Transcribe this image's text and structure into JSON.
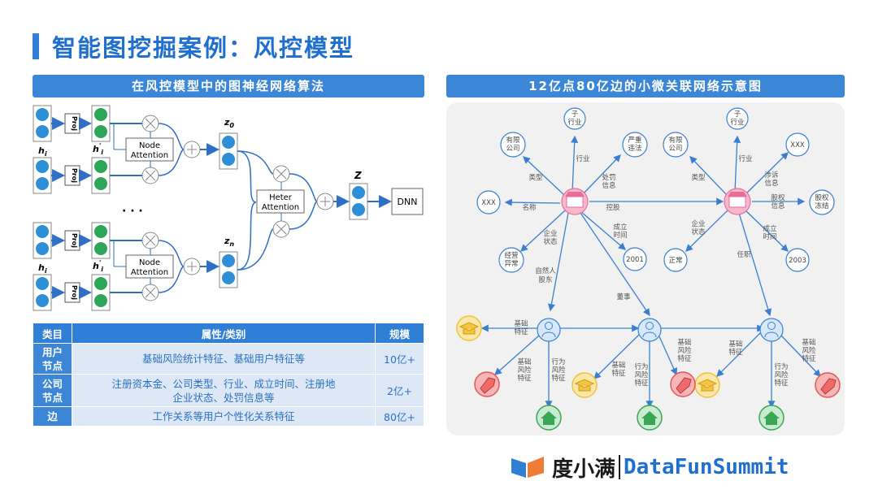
{
  "page": {
    "title": "智能图挖掘案例：风控模型"
  },
  "left_panel": {
    "header": "在风控模型中的图神经网络算法",
    "proj_label": "Proj",
    "h_label": "h",
    "h_sub": "i",
    "hp_label": "h",
    "hp_sub": "i",
    "hp_sup": "'",
    "node_attention_line1": "Node",
    "node_attention_line2": "Attention",
    "heter_attention_line1": "Heter",
    "heter_attention_line2": "Attention",
    "z_label": "z",
    "z0_sub": "0",
    "zn_sub": "n",
    "big_z": "Z",
    "dnn_label": "DNN",
    "ellipsis": "· · ·"
  },
  "table": {
    "headers": [
      "类目",
      "属性/类别",
      "规模"
    ],
    "rows": [
      {
        "cat1": "用户",
        "cat2": "节点",
        "attr1": "基础风险统计特征、基础用户特征等",
        "attr2": "",
        "scale": "10亿+"
      },
      {
        "cat1": "公司",
        "cat2": "节点",
        "attr1": "注册资本金、公司类型、行业、成立时间、注册地",
        "attr2": "企业状态、处罚信息等",
        "scale": "2亿+"
      },
      {
        "cat1": "边",
        "cat2": "",
        "attr1": "工作关系等用户个性化关系特征",
        "attr2": "",
        "scale": "80亿+"
      }
    ]
  },
  "right_panel": {
    "header": "12亿点80亿边的小微关联网络示意图",
    "nodes": {
      "sub_industry_1": [
        "子",
        "行业"
      ],
      "sub_industry_2": [
        "子",
        "行业"
      ],
      "limited_co_1": [
        "有限",
        "公司"
      ],
      "limited_co_2": [
        "有限",
        "公司"
      ],
      "violation": [
        "严重",
        "违法"
      ],
      "xxx_left": [
        "XXX"
      ],
      "xxx_right": [
        "XXX"
      ],
      "abnormal": [
        "经营",
        "异常"
      ],
      "year_2001": [
        "2001"
      ],
      "normal": [
        "正常"
      ],
      "year_2003": [
        "2003"
      ],
      "equity_frozen": [
        "股权",
        "冻结"
      ]
    },
    "edges": {
      "industry_1": "行业",
      "industry_2": "行业",
      "type_1": "类型",
      "type_2": "类型",
      "penalty": [
        "处罚",
        "信息"
      ],
      "name": "名称",
      "shareholding": "控股",
      "status_1": [
        "企业",
        "状态"
      ],
      "status_2": [
        "企业",
        "状态"
      ],
      "founded_1": [
        "成立",
        "时间"
      ],
      "founded_2": [
        "成立",
        "时间"
      ],
      "natural_person": [
        "自然人",
        "股东"
      ],
      "director": "董事",
      "litigation": [
        "涉诉",
        "信息"
      ],
      "equity": [
        "股权",
        "信息"
      ],
      "employment": "任职",
      "basic_feature": [
        "基础",
        "特征"
      ],
      "basic_risk_feature": [
        "基础",
        "风险",
        "特征"
      ],
      "behavior_risk_feature": [
        "行为",
        "风险",
        "特征"
      ]
    },
    "colors": {
      "company_pink": "#f28fb3",
      "person_blue": "#4a8fd4",
      "feature_yellow": "#f5c542",
      "feature_red": "#ef6b6b",
      "feature_green": "#3aa655",
      "edge_blue": "#3b7fd0"
    }
  },
  "footer": {
    "brand": "度小满",
    "event": "DataFunSummit"
  }
}
